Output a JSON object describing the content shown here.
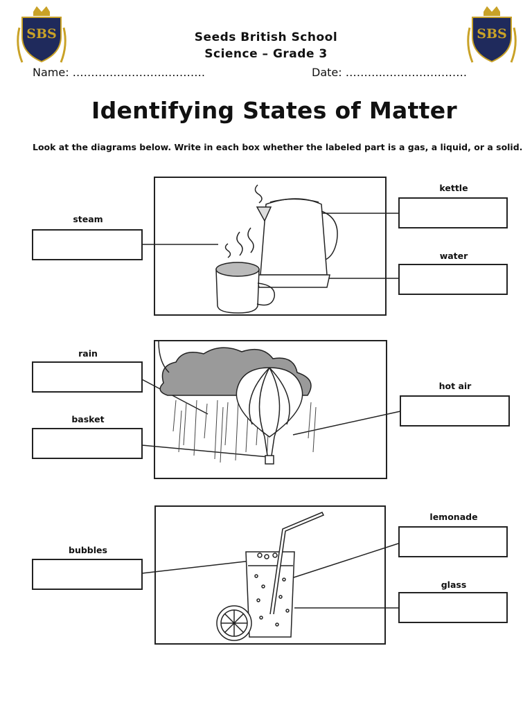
{
  "header": {
    "school_name": "Seeds British School",
    "subject_grade": "Science – Grade 3",
    "name_label": "Name: ……………………..……….",
    "date_label": "Date: ………..………………….",
    "logo_text": "SBS"
  },
  "title": "Identifying States of Matter",
  "instructions": "Look at the diagrams below. Write in each box whether the labeled part is a gas, a liquid, or a solid.",
  "diagram1": {
    "labels": {
      "steam": "steam",
      "kettle": "kettle",
      "water": "water"
    }
  },
  "diagram2": {
    "labels": {
      "rain": "rain",
      "basket": "basket",
      "hot_air": "hot air"
    }
  },
  "diagram3": {
    "labels": {
      "bubbles": "bubbles",
      "lemonade": "lemonade",
      "glass": "glass"
    }
  },
  "colors": {
    "navy": "#1f2a5c",
    "gold": "#c9a227",
    "border": "#222222"
  }
}
